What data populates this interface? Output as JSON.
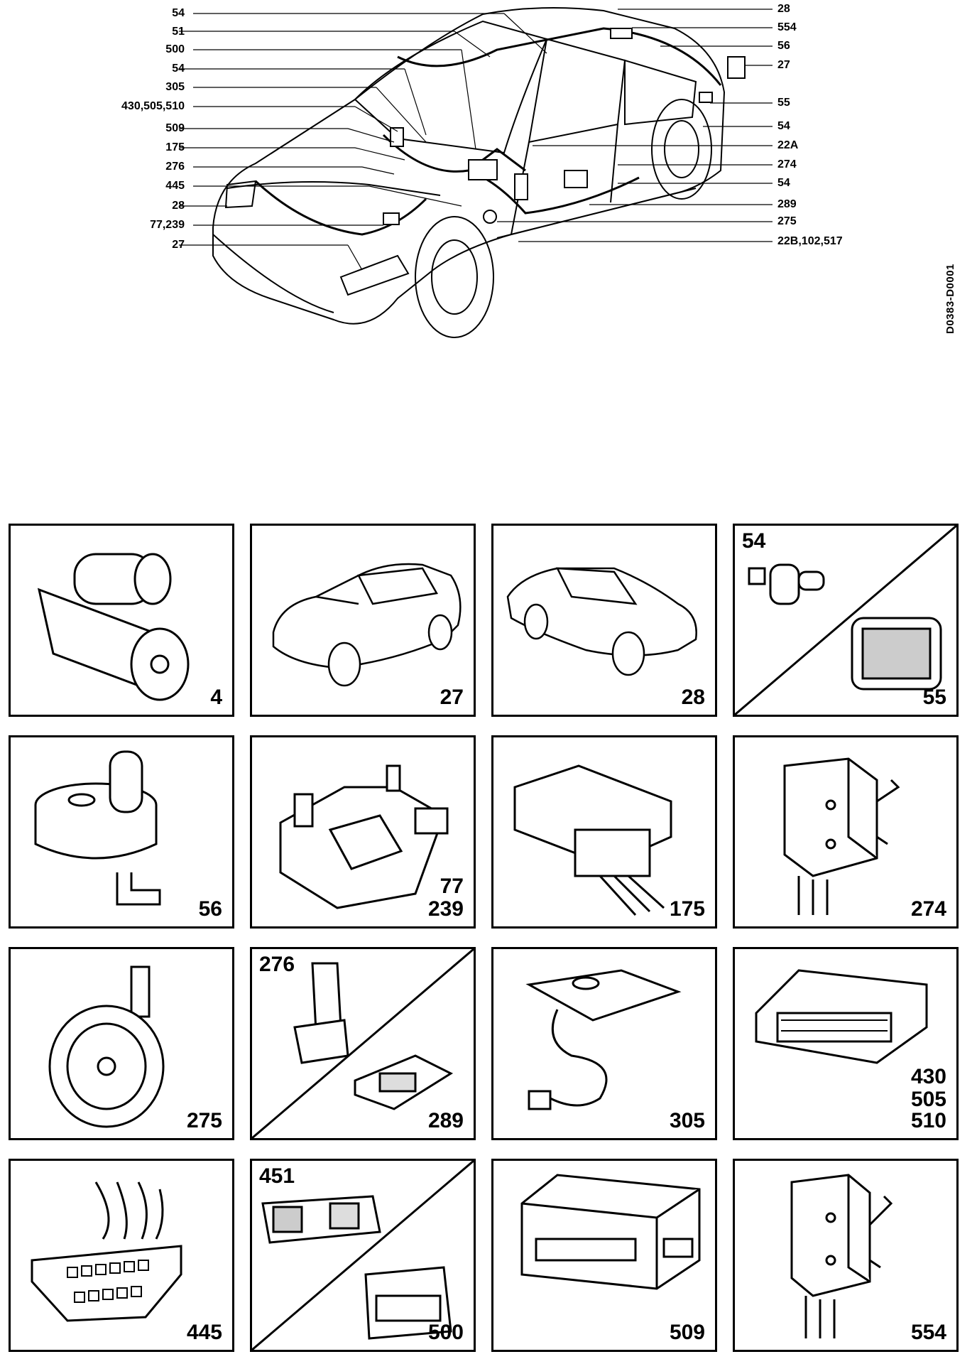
{
  "diagram": {
    "reference_code": "D0383-D0001",
    "left_callouts": [
      "54",
      "51",
      "500",
      "54",
      "305",
      "430,505,510",
      "509",
      "175",
      "276",
      "445",
      "28",
      "77,239",
      "27"
    ],
    "right_callouts": [
      "28",
      "554",
      "56",
      "27",
      "55",
      "54",
      "22A",
      "274",
      "54",
      "289",
      "275",
      "22B,102,517"
    ]
  },
  "panels": [
    {
      "labels": [
        "4"
      ]
    },
    {
      "labels": [
        "27"
      ]
    },
    {
      "labels": [
        "28"
      ]
    },
    {
      "labels": [
        "54",
        "55"
      ],
      "split": true
    },
    {
      "labels": [
        "56"
      ]
    },
    {
      "labels": [
        "77",
        "239"
      ]
    },
    {
      "labels": [
        "175"
      ]
    },
    {
      "labels": [
        "274"
      ]
    },
    {
      "labels": [
        "275"
      ]
    },
    {
      "labels": [
        "276",
        "289"
      ],
      "split": true
    },
    {
      "labels": [
        "305"
      ]
    },
    {
      "labels": [
        "430",
        "505",
        "510"
      ]
    },
    {
      "labels": [
        "445"
      ]
    },
    {
      "labels": [
        "451",
        "500"
      ],
      "split": true
    },
    {
      "labels": [
        "509"
      ]
    },
    {
      "labels": [
        "554"
      ]
    }
  ],
  "colors": {
    "ink": "#000000",
    "paper": "#ffffff"
  }
}
